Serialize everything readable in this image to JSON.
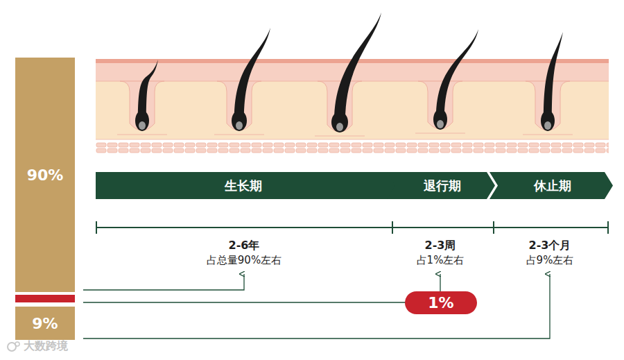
{
  "diagram": {
    "nodes": [
      {
        "text": [
          "90%"
        ]
      },
      {
        "text": [
          "9%"
        ]
      },
      {
        "text": [
          "生长期"
        ]
      },
      {
        "text": [
          "退行期"
        ]
      },
      {
        "text": [
          "休止期"
        ]
      },
      {
        "text": [
          "1%"
        ]
      }
    ],
    "labels": [
      "2-6年",
      "占总量90%左右",
      "2-3周",
      "占1%左右",
      "2-3个月",
      "占9%左右",
      "大数跨境"
    ]
  }
}
